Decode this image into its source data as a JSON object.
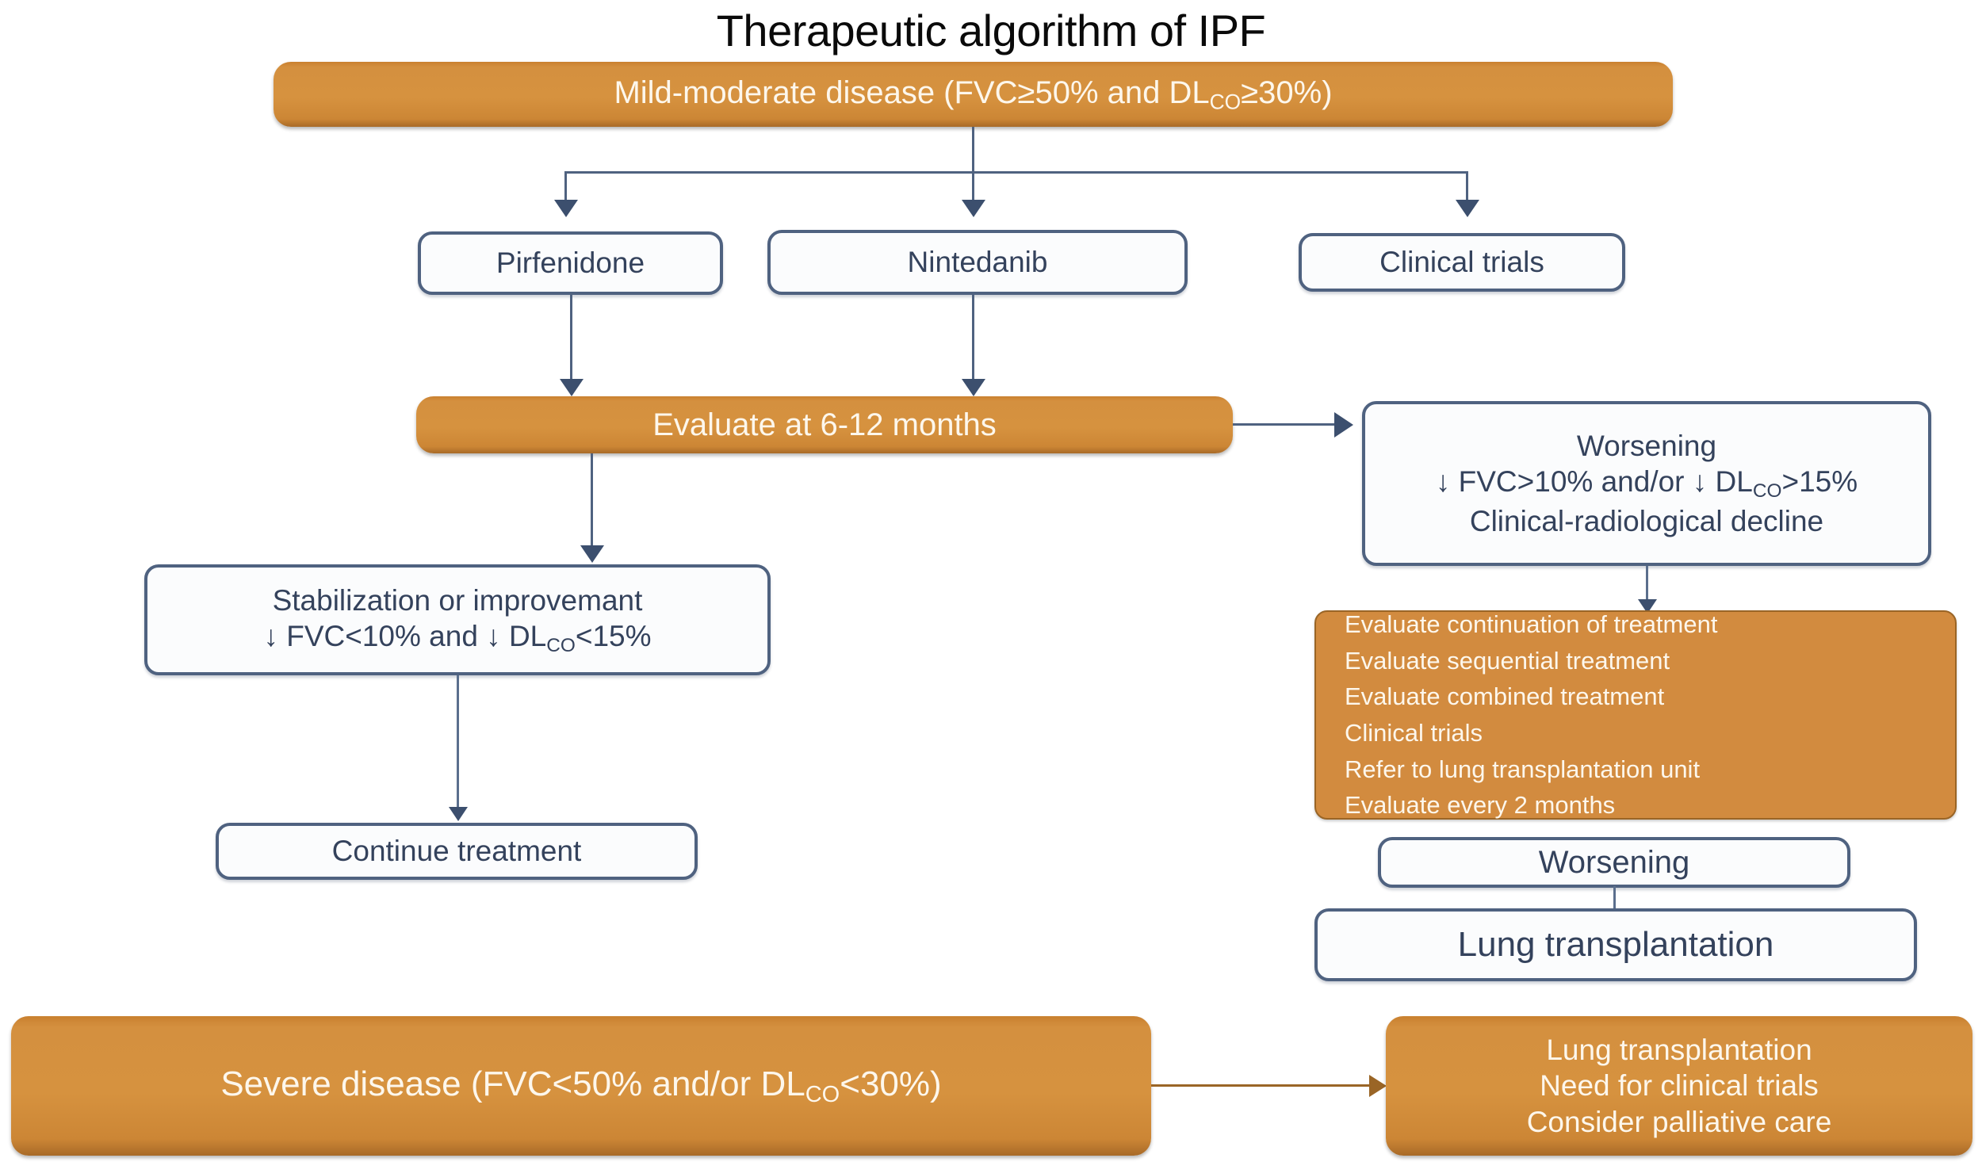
{
  "title": "Therapeutic algorithm of IPF",
  "colors": {
    "orange_fill": "#d28b3f",
    "orange_border": "#9a6526",
    "node_border": "#4f6280",
    "node_text": "#34425c",
    "orange_text": "#fdf7ec",
    "title_text": "#0a0a0a",
    "background": "#ffffff"
  },
  "nodes": {
    "mild_moderate": {
      "label_prefix": "Mild-moderate disease (FVC≥50% and DL",
      "label_sub": "CO",
      "label_suffix": "≥30%)"
    },
    "pirfenidone": {
      "label": "Pirfenidone"
    },
    "nintedanib": {
      "label": "Nintedanib"
    },
    "clinical_trials": {
      "label": "Clinical trials"
    },
    "evaluate_6_12": {
      "label": "Evaluate at 6-12 months"
    },
    "worsening_criteria": {
      "line1": "Worsening",
      "line2_a": "↓ FVC>10% and/or  ↓ DL",
      "line2_sub": "CO",
      "line2_b": ">15%",
      "line3": "Clinical-radiological decline"
    },
    "stabilization": {
      "line1": "Stabilization or improvemant",
      "line2_a": "↓ FVC<10% and ↓ DL",
      "line2_sub": "CO",
      "line2_b": "<15%"
    },
    "continue_treatment": {
      "label": "Continue treatment"
    },
    "treatment_options": {
      "items": [
        "Evaluate continuation of treatment",
        "Evaluate sequential treatment",
        "Evaluate combined treatment",
        "Clinical trials",
        "Refer to lung transplantation unit",
        "Evaluate every 2 months"
      ]
    },
    "worsening_2": {
      "label": "Worsening"
    },
    "lung_transplantation": {
      "label": "Lung transplantation"
    },
    "severe_disease": {
      "label_prefix": "Severe disease (FVC<50% and/or DL",
      "label_sub": "CO",
      "label_suffix": "<30%)"
    },
    "severe_actions": {
      "items": [
        "Lung transplantation",
        "Need for clinical trials",
        "Consider palliative care"
      ]
    }
  }
}
